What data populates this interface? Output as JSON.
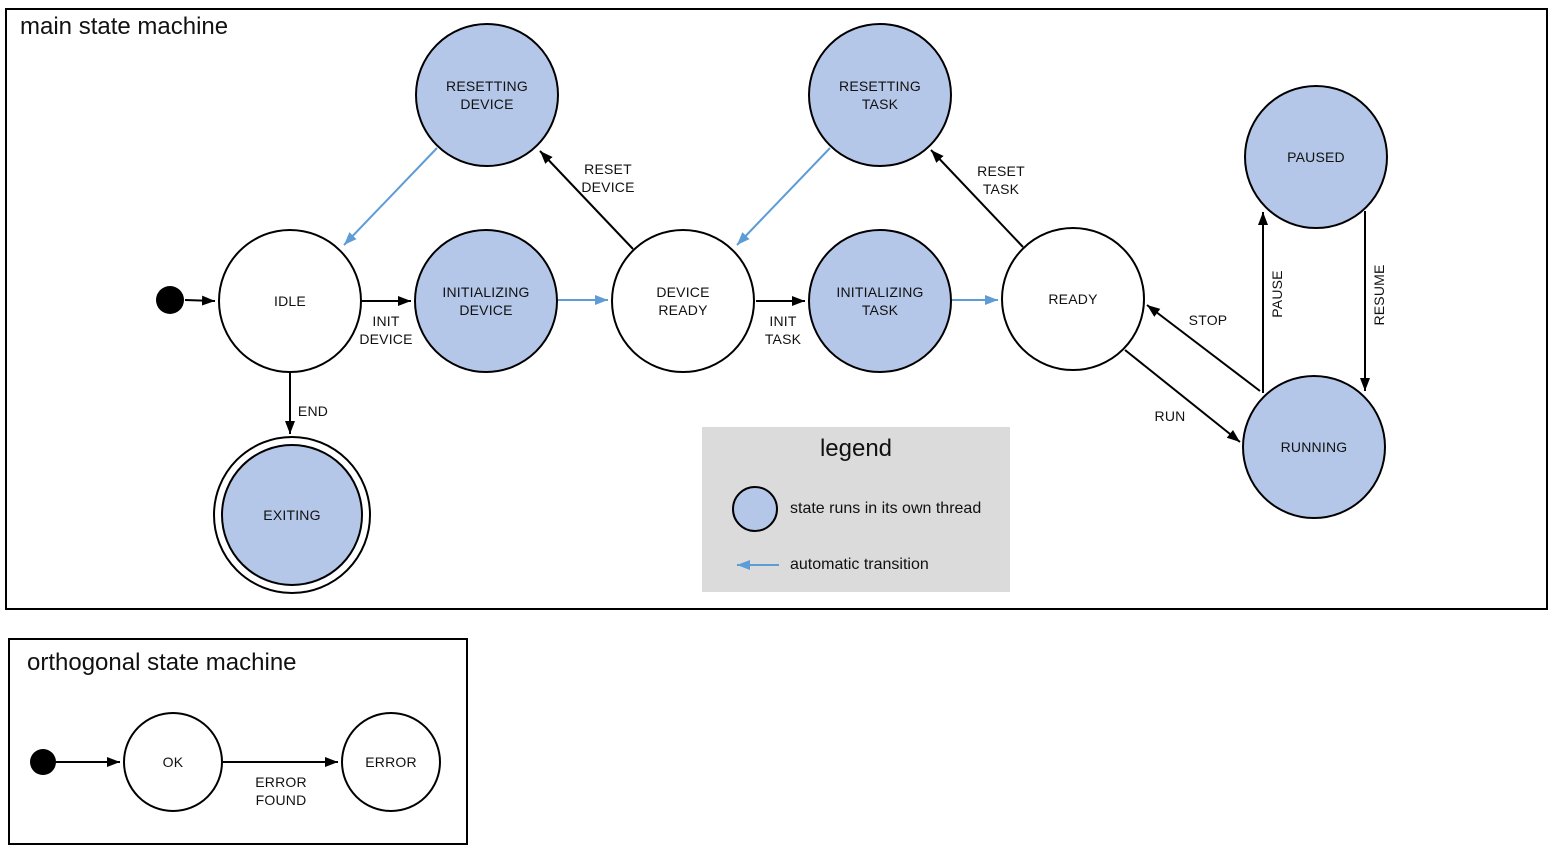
{
  "colors": {
    "state_fill": "#b5c7e8",
    "automatic_transition": "#5e9cd6",
    "legend_background": "#dbdbdb",
    "outline": "#000000"
  },
  "main": {
    "title": "main state machine",
    "states": [
      {
        "name": "idle",
        "label": "IDLE",
        "threaded": false
      },
      {
        "name": "resetting-device",
        "label": "RESETTING\nDEVICE",
        "threaded": true
      },
      {
        "name": "initializing-device",
        "label": "INITIALIZING\nDEVICE",
        "threaded": true
      },
      {
        "name": "device-ready",
        "label": "DEVICE\nREADY",
        "threaded": false
      },
      {
        "name": "resetting-task",
        "label": "RESETTING\nTASK",
        "threaded": true
      },
      {
        "name": "initializing-task",
        "label": "INITIALIZING\nTASK",
        "threaded": true
      },
      {
        "name": "ready",
        "label": "READY",
        "threaded": false
      },
      {
        "name": "paused",
        "label": "PAUSED",
        "threaded": true
      },
      {
        "name": "running",
        "label": "RUNNING",
        "threaded": true
      },
      {
        "name": "exiting",
        "label": "EXITING",
        "threaded": true,
        "final": true
      }
    ],
    "transitions": [
      {
        "name": "init-device",
        "label": "INIT\nDEVICE"
      },
      {
        "name": "reset-device",
        "label": "RESET\nDEVICE"
      },
      {
        "name": "init-task",
        "label": "INIT\nTASK"
      },
      {
        "name": "reset-task",
        "label": "RESET\nTASK"
      },
      {
        "name": "end",
        "label": "END"
      },
      {
        "name": "run",
        "label": "RUN"
      },
      {
        "name": "stop",
        "label": "STOP"
      },
      {
        "name": "pause",
        "label": "PAUSE"
      },
      {
        "name": "resume",
        "label": "RESUME"
      }
    ]
  },
  "legend": {
    "title": "legend",
    "items": [
      {
        "label": "state runs in its own thread"
      },
      {
        "label": "automatic transition"
      }
    ]
  },
  "orthogonal": {
    "title": "orthogonal state machine",
    "states": [
      {
        "label": "OK"
      },
      {
        "label": "ERROR"
      }
    ],
    "transitions": [
      {
        "label": "ERROR\nFOUND"
      }
    ]
  }
}
